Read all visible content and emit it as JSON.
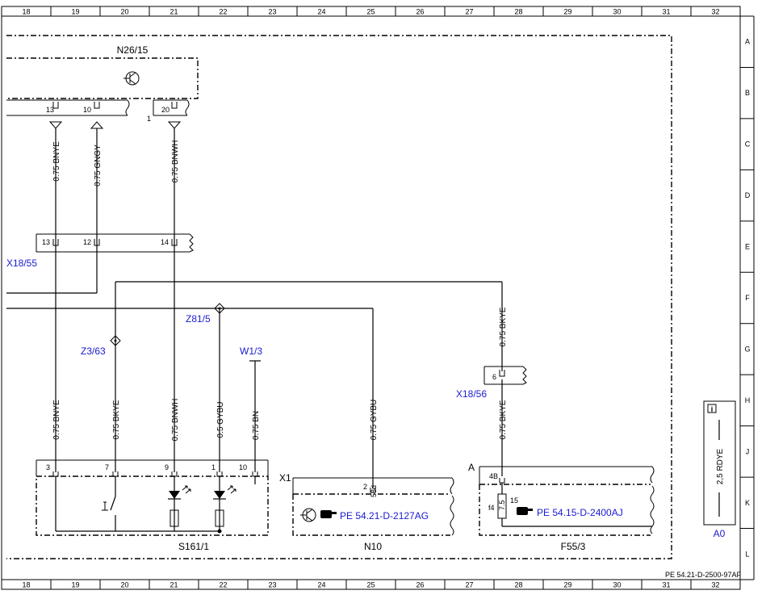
{
  "grid": {
    "columns": [
      "18",
      "19",
      "20",
      "21",
      "22",
      "23",
      "24",
      "25",
      "26",
      "27",
      "28",
      "29",
      "30",
      "31",
      "32"
    ],
    "rows": [
      "A",
      "B",
      "C",
      "D",
      "E",
      "F",
      "G",
      "H",
      "J",
      "K",
      "L"
    ]
  },
  "components": {
    "n26": {
      "label": "N26/15",
      "pins": [
        "13",
        "10",
        "20"
      ],
      "side_num": "1"
    },
    "x1855": {
      "label": "X18/55",
      "pins": [
        "13",
        "12",
        "14"
      ]
    },
    "z363": {
      "label": "Z3/63"
    },
    "z815": {
      "label": "Z81/5"
    },
    "w13": {
      "label": "W1/3"
    },
    "x1856": {
      "label": "X18/56",
      "pin": "6"
    },
    "s161": {
      "label": "S161/1",
      "pins": [
        "3",
        "7",
        "9",
        "1",
        "10"
      ]
    },
    "n10": {
      "label": "N10",
      "conn": "X1",
      "pin": "2",
      "pin_sub": "58d",
      "ref": "PE 54.21-D-2127AG"
    },
    "f553": {
      "label": "F55/3",
      "conn": "A",
      "pin": "4B",
      "pin_15": "15",
      "fuse": "f4",
      "fuse_val": "7.5",
      "ref": "PE 54.15-D-2400AJ"
    },
    "a0": {
      "label": "A0",
      "wire": "2,5 RDYE"
    }
  },
  "wires": {
    "w1": "0.75 BNYE",
    "w2": "0.75 GNGY",
    "w3": "0.75 BNWH",
    "w4": "0.75 BKYE",
    "w5": "0.75 BNYE",
    "w6": "0.75 BKYE",
    "w7": "0.75 BNWH",
    "w8": "0.5 GYBU",
    "w9": "0.75 BN",
    "w10": "0.75 GYBU",
    "w11": "0.75 BKYE"
  },
  "footer": {
    "doc_id": "PE 54.21-D-2500-97AF"
  }
}
